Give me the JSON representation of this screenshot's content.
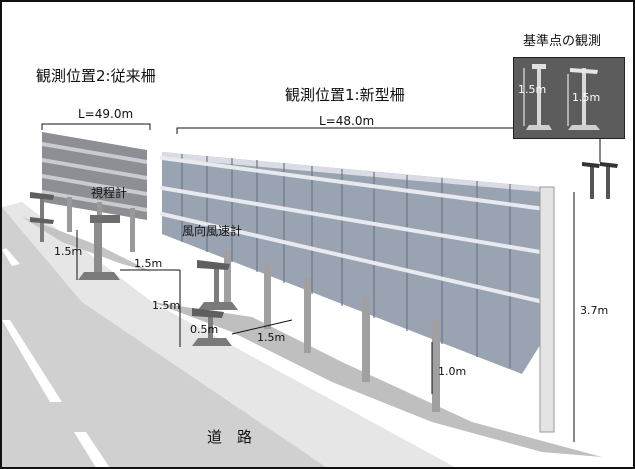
{
  "labels": {
    "site2": "観測位置2:従来柵",
    "site1": "観測位置1:新型柵",
    "len2": "L=49.0m",
    "len1": "L=48.0m",
    "visibility_meter": "視程計",
    "anemometer": "風向風速計",
    "reference_title": "基準点の観測",
    "road": "道　路"
  },
  "dimensions": {
    "d_ref_left": "1.5m",
    "d_ref_right": "1.5m",
    "d_vis_height": "1.5m",
    "d_vis_gap": "1.5m",
    "d_anemo_height": "1.5m",
    "d_anemo_gap": "0.5m",
    "d_anemo_spacing": "1.5m",
    "d_fence_clearance": "1.0m",
    "d_fence_height": "3.7m"
  },
  "colors": {
    "panel": "#9aa3b2",
    "panel_dark": "#6d7688",
    "rail": "#d9dce2",
    "shadow": "#bdbdbd",
    "road": "#d6d6d6",
    "inset_bg": "#5c5c5c"
  }
}
